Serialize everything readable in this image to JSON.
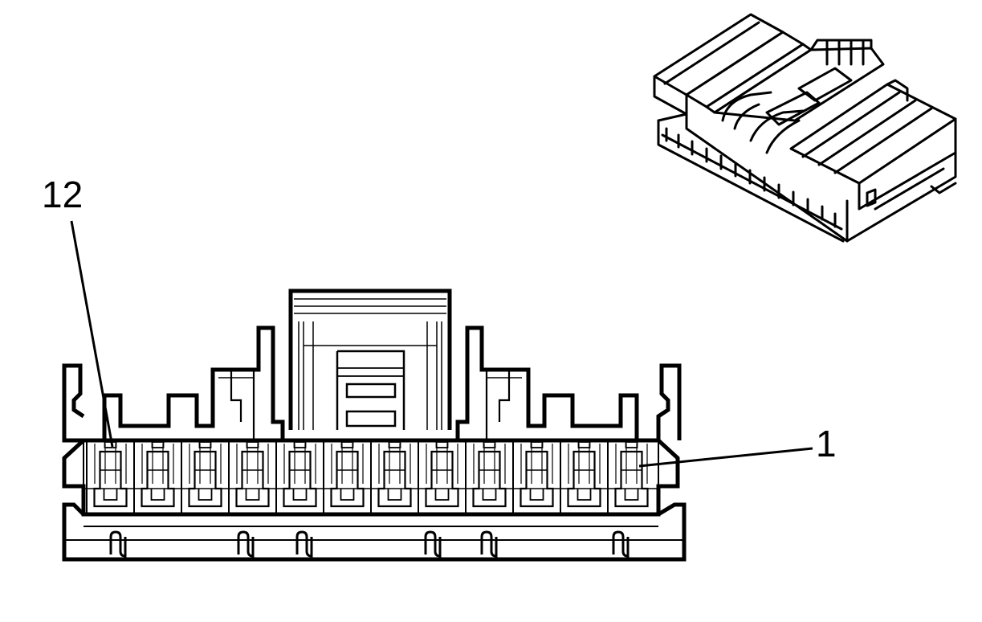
{
  "labels": {
    "pin_last": "12",
    "pin_first": "1"
  },
  "connector": {
    "cavity_count": 12
  },
  "colors": {
    "line": "#000000",
    "background": "#ffffff"
  }
}
